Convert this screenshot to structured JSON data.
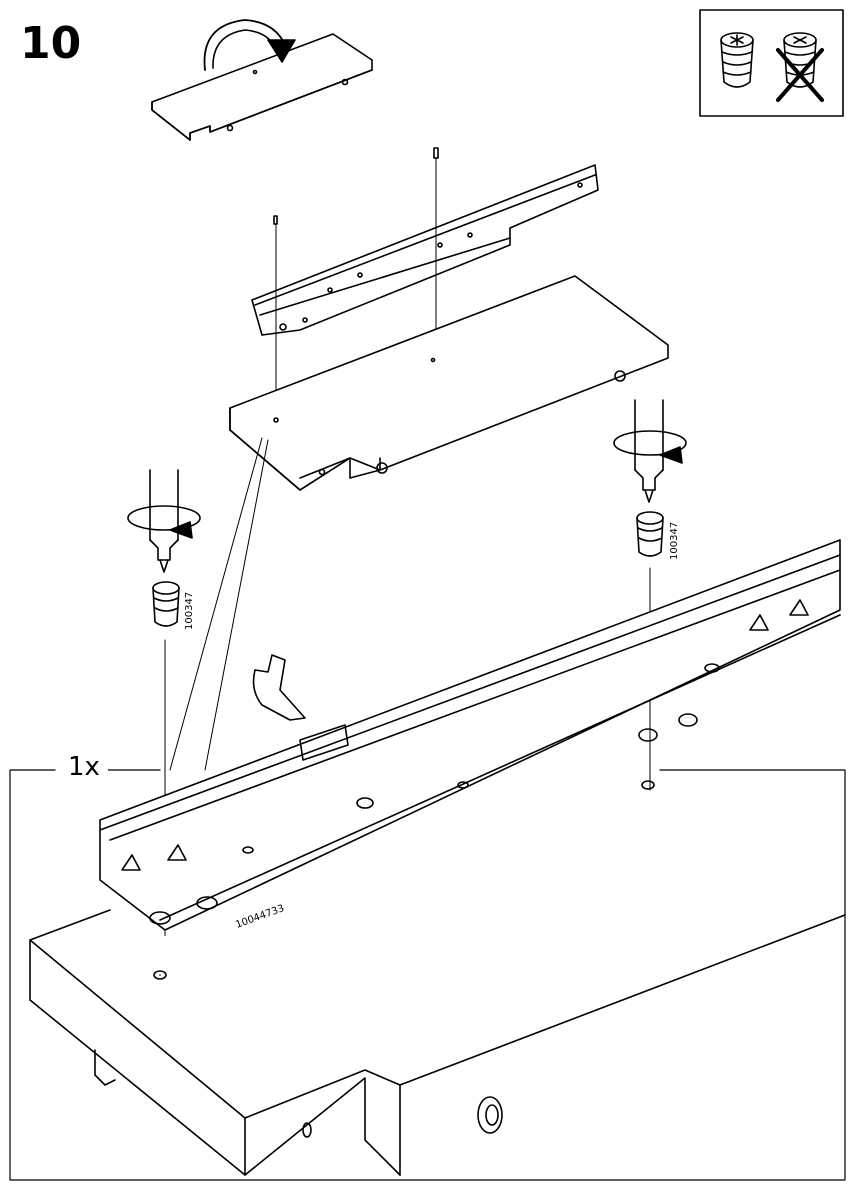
{
  "step": {
    "number": "10"
  },
  "callout": {
    "quantity": "1x"
  },
  "part_numbers": {
    "screw_left": "100347",
    "screw_right": "100347",
    "rail": "10044733"
  },
  "icons": [
    "rotate-arrow-icon",
    "screwdriver-icon",
    "screw-icon",
    "hand-pointer-icon",
    "screw-correct-icon",
    "screw-wrong-icon"
  ],
  "colors": {
    "line": "#000000",
    "background": "#ffffff"
  }
}
